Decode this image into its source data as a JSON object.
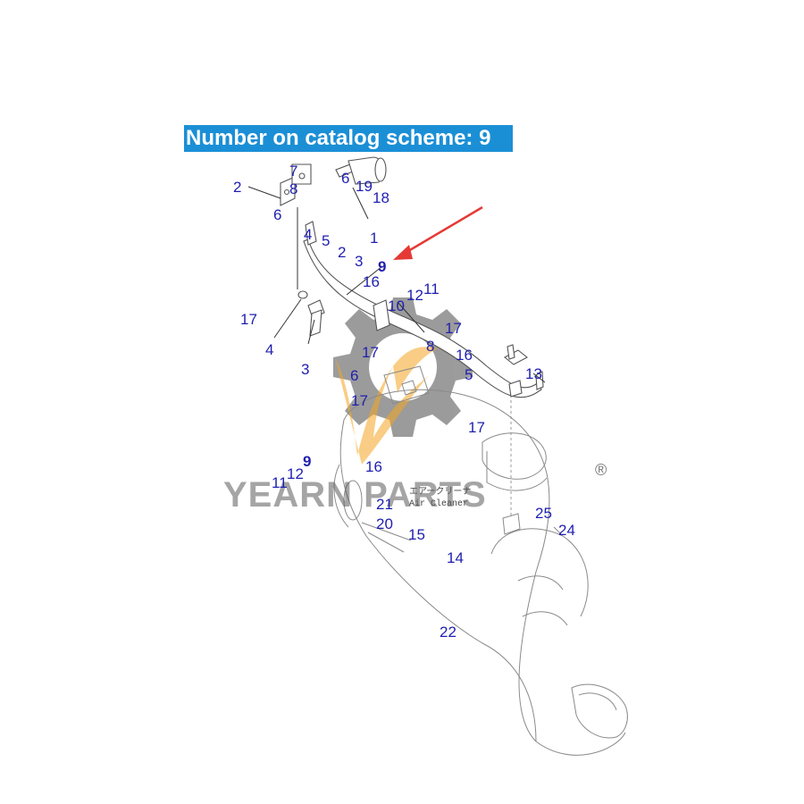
{
  "banner": {
    "text": "Number on catalog scheme: 9"
  },
  "watermark": {
    "text": "YEARN PARTS",
    "registered_mark": "®"
  },
  "part_label": {
    "line1": "エアークリーナ",
    "line2": "Air Cleaner"
  },
  "callouts": {
    "c1": "2",
    "c2": "7",
    "c3": "8",
    "c4": "6",
    "c5": "6",
    "c6": "19",
    "c7": "18",
    "c8": "4",
    "c9": "5",
    "c10": "1",
    "c11": "2",
    "c12": "3",
    "c13": "9",
    "c14": "16",
    "c15": "12",
    "c16": "11",
    "c17": "10",
    "c18": "17",
    "c19": "17",
    "c20": "4",
    "c21": "3",
    "c22": "17",
    "c23": "8",
    "c24": "16",
    "c25": "13",
    "c26": "6",
    "c27": "5",
    "c28": "17",
    "c29": "17",
    "c30": "9",
    "c31": "12",
    "c32": "11",
    "c33": "16",
    "c34": "21",
    "c35": "20",
    "c36": "15",
    "c37": "25",
    "c38": "24",
    "c39": "14",
    "c40": "22"
  },
  "colors": {
    "banner": "#1b8fd6",
    "callout": "#1f1fb0",
    "arrow": "#e53935",
    "watermark_orange": "#f5a623"
  }
}
